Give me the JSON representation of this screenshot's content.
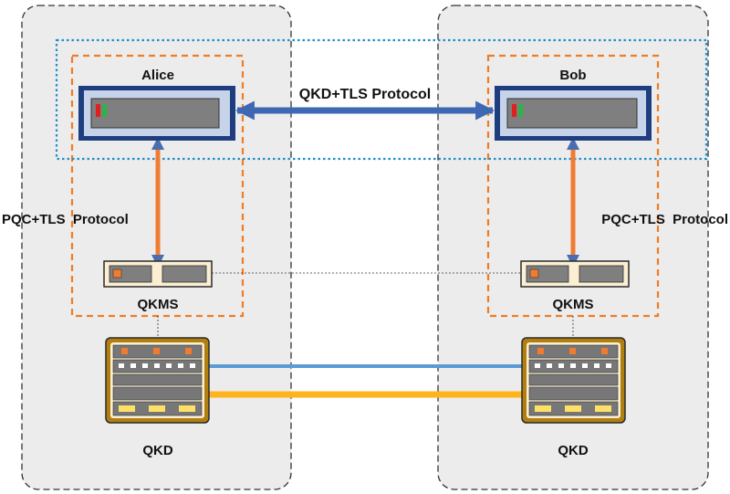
{
  "left_site": {
    "endpoint_label": "Alice",
    "kms_label": "QKMS",
    "qkd_label": "QKD",
    "pqc_protocol_label": "PQC+TLS  Protocol"
  },
  "right_site": {
    "endpoint_label": "Bob",
    "kms_label": "QKMS",
    "qkd_label": "QKD",
    "pqc_protocol_label": "PQC+TLS  Protocol"
  },
  "link_labels": {
    "qkd_tls_protocol": "QKD+TLS Protocol"
  },
  "colors": {
    "site_background": "#ececec",
    "domain_border_orange": "#f07c24",
    "tls_border_blue": "#1f8fcb",
    "endpoint_frame": "#1f3e80",
    "endpoint_frame_inner": "#c7d3e9",
    "endpoint_panel": "#7f7f7f",
    "arrow_blue": "#3f68b4",
    "arrow_orange": "#ef7c31",
    "link_blue": "#5b9bd5",
    "link_orange": "#ffb41e",
    "device_gold": "#b07f10"
  }
}
